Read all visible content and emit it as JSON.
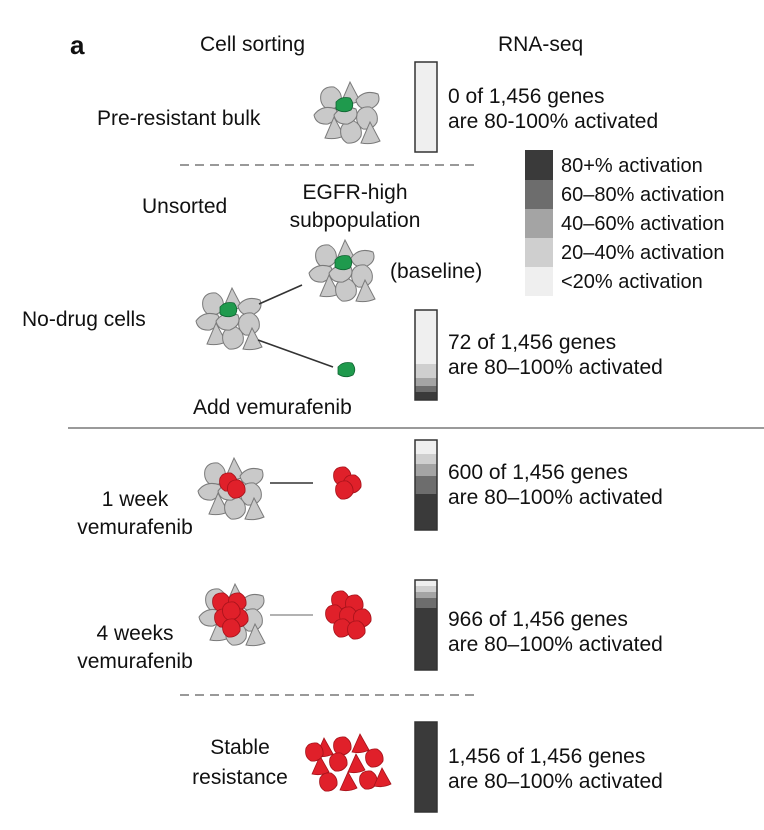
{
  "panel_label": "a",
  "headers": {
    "cell_sorting": "Cell sorting",
    "rna_seq": "RNA-seq"
  },
  "labels": {
    "pre_resistant_bulk": "Pre-resistant bulk",
    "unsorted": "Unsorted",
    "egfr_high_line1": "EGFR-high",
    "egfr_high_line2": "subpopulation",
    "baseline": "(baseline)",
    "no_drug_cells": "No-drug cells",
    "add_vemurafenib": "Add vemurafenib",
    "one_week_line1": "1 week",
    "one_week_line2": "vemurafenib",
    "four_weeks_line1": "4 weeks",
    "four_weeks_line2": "vemurafenib",
    "stable_line1": "Stable",
    "stable_line2": "resistance"
  },
  "gene_counts": {
    "pre_line1": "0 of 1,456 genes",
    "pre_line2": "are 80-100% activated",
    "nodrug_line1": "72 of 1,456 genes",
    "nodrug_line2": "are 80–100% activated",
    "week1_line1": "600 of 1,456 genes",
    "week1_line2": "are 80–100% activated",
    "week4_line1": "966 of 1,456 genes",
    "week4_line2": "are 80–100% activated",
    "stable_line1": "1,456 of 1,456 genes",
    "stable_line2": "are 80–100% activated"
  },
  "legend": [
    {
      "label": "80+% activation",
      "color": "#3a3a3a"
    },
    {
      "label": "60–80% activation",
      "color": "#6d6d6d"
    },
    {
      "label": "40–60% activation",
      "color": "#a4a4a4"
    },
    {
      "label": "20–40% activation",
      "color": "#cfcfcf"
    },
    {
      "label": "<20% activation",
      "color": "#efefef"
    }
  ],
  "colors": {
    "cell_gray": "#c9c9c9",
    "cell_green": "#1f9a4d",
    "cell_red": "#e0202a"
  }
}
